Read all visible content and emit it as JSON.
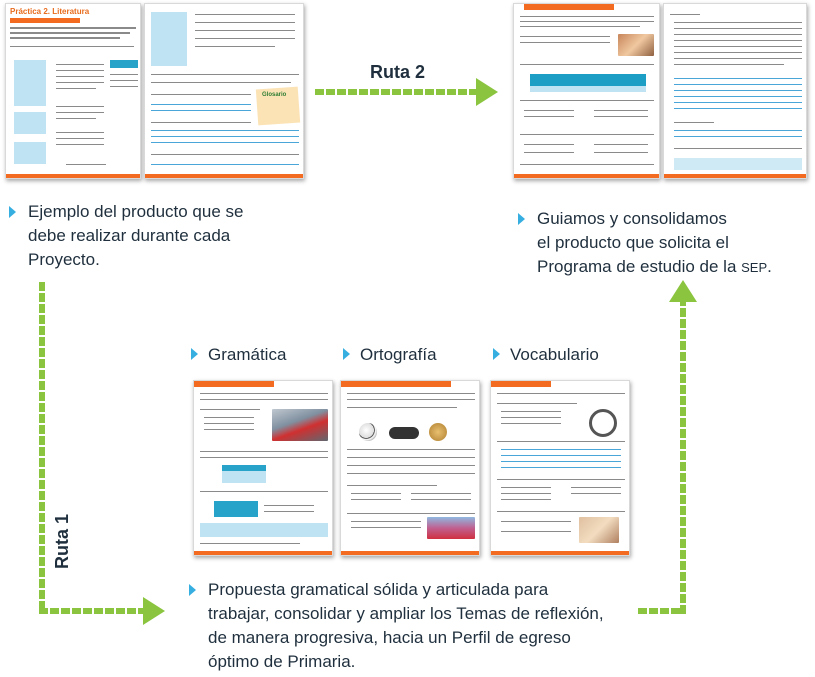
{
  "routes": {
    "route1_label": "Ruta 1",
    "route2_label": "Ruta 2",
    "color": "#8bc53f"
  },
  "captions": {
    "product_example": [
      "Ejemplo del producto que se",
      "debe realizar durante cada",
      "Proyecto."
    ],
    "guide_lines": [
      "Guiamos y consolidamos",
      "el producto que solicita el"
    ],
    "guide_last_prefix": "Programa de estudio de la ",
    "guide_last_sc": "SEP",
    "guide_last_suffix": ".",
    "proposal": [
      "Propuesta gramatical sólida y articulada para",
      "trabajar, consolidar y ampliar los Temas de reflexión,",
      "de manera progresiva, hacia un Perfil de egreso",
      "óptimo de Primaria."
    ]
  },
  "sections": {
    "grammar": "Gramática",
    "spelling": "Ortografía",
    "vocabulary": "Vocabulario"
  },
  "thumbnails": {
    "practice_title": "Práctica 2. Literatura",
    "side_note": "Glosario"
  },
  "colors": {
    "accent_orange": "#f26b21",
    "accent_blue": "#36aee0",
    "text_dark": "#1f2f3d"
  }
}
